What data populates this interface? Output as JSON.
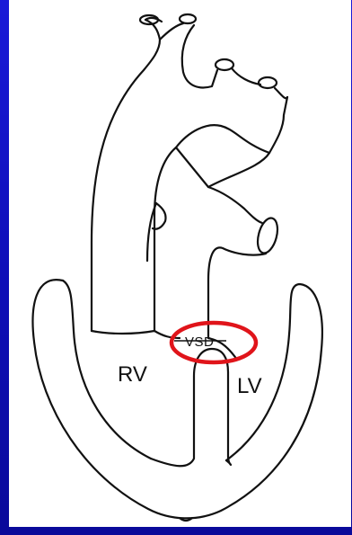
{
  "diagram": {
    "labels": {
      "right_ventricle": "RV",
      "left_ventricle": "LV",
      "defect": "VSD"
    },
    "colors": {
      "background": "#1212c8",
      "panel": "#ffffff",
      "outline": "#111111",
      "highlight": "#e0141a"
    }
  }
}
